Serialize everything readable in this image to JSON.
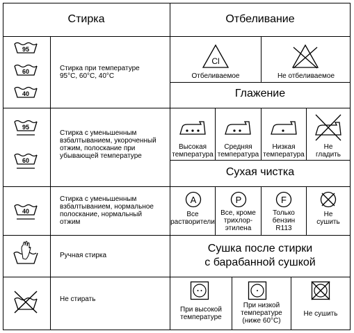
{
  "headers": {
    "washing": "Стирка",
    "bleaching": "Отбеливание",
    "ironing": "Глажение",
    "dry_cleaning": "Сухая чистка",
    "tumble_drying_line1": "Сушка после стирки",
    "tumble_drying_line2": "с барабанной сушкой"
  },
  "washing": [
    {
      "temps": [
        "95",
        "60",
        "40"
      ],
      "text_lines": [
        "Стирка при температуре",
        "95°C, 60°C, 40°C"
      ]
    },
    {
      "temps": [
        "95",
        "60"
      ],
      "text_lines": [
        "Стирка с уменьшенным",
        "взбалтыванием, укороченный",
        "отжим, полоскание при",
        "убывающей температуре"
      ]
    },
    {
      "temps": [
        "40"
      ],
      "text_lines": [
        "Стирка с уменьшенным",
        "взбалтыванием, нормальное",
        "полоскание, нормальный",
        "отжим"
      ]
    },
    {
      "icon": "hand-wash-icon",
      "text_lines": [
        "Ручная стирка"
      ]
    },
    {
      "icon": "do-not-wash-icon",
      "text_lines": [
        "Не стирать"
      ]
    }
  ],
  "bleaching": [
    {
      "icon": "bleach-triangle-icon",
      "symbol": "Cl",
      "caption": "Отбеливаемое"
    },
    {
      "icon": "no-bleach-icon",
      "caption": "Не отбеливаемое"
    }
  ],
  "ironing": [
    {
      "icon": "iron-three-dots-icon",
      "lines": [
        "Высокая",
        "температура"
      ]
    },
    {
      "icon": "iron-two-dots-icon",
      "lines": [
        "Средняя",
        "температура"
      ]
    },
    {
      "icon": "iron-one-dot-icon",
      "lines": [
        "Низкая",
        "температура"
      ]
    },
    {
      "icon": "no-iron-icon",
      "lines": [
        "Не",
        "гладить"
      ]
    }
  ],
  "dry_cleaning": [
    {
      "icon": "circle-a-icon",
      "letter": "A",
      "lines": [
        "Все",
        "растворители"
      ]
    },
    {
      "icon": "circle-p-icon",
      "letter": "P",
      "lines": [
        "Все, кроме",
        "трихлор-",
        "этилена"
      ]
    },
    {
      "icon": "circle-f-icon",
      "letter": "F",
      "lines": [
        "Только",
        "бензин",
        "R113"
      ]
    },
    {
      "icon": "no-dry-clean-icon",
      "lines": [
        "Не",
        "сушить"
      ]
    }
  ],
  "tumble_drying": [
    {
      "icon": "tumble-dry-high-icon",
      "lines": [
        "При высокой",
        "температуре"
      ]
    },
    {
      "icon": "tumble-dry-low-icon",
      "lines": [
        "При низкой",
        "температуре",
        "(ниже 60°С)"
      ]
    },
    {
      "icon": "no-tumble-dry-icon",
      "lines": [
        "Не сушить"
      ]
    }
  ]
}
